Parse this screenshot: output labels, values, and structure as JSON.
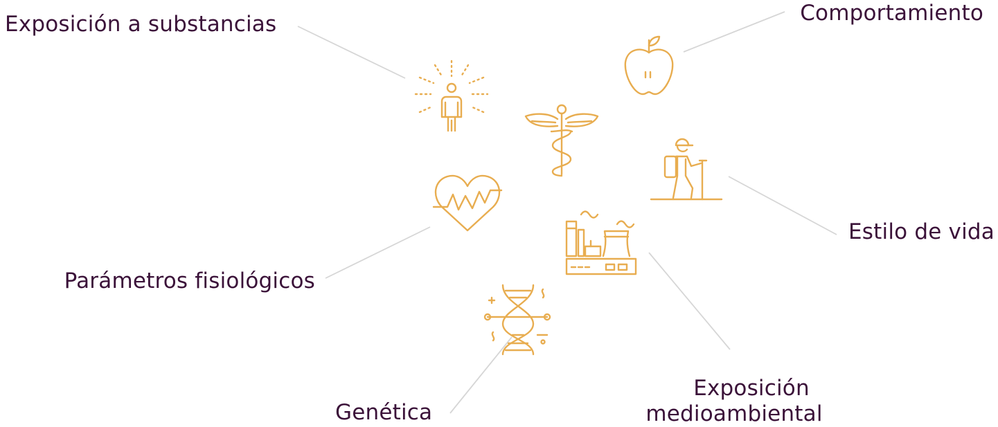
{
  "colors": {
    "icon": "#e8ad50",
    "label": "#3b1239",
    "connector": "#d6d6d6",
    "background": "#ffffff"
  },
  "labels": {
    "substances": "Exposición a substancias",
    "behavior": "Comportamiento",
    "lifestyle": "Estilo de vida",
    "physiology": "Parámetros fisiológicos",
    "environment_line1": "Exposición",
    "environment_line2": "medioambiental",
    "genetics": "Genética"
  },
  "icons": {
    "substances": "person-radiating-icon",
    "behavior": "apple-icon",
    "medicine": "caduceus-icon",
    "lifestyle": "hiker-icon",
    "physiology": "heartbeat-icon",
    "environment": "factory-icon",
    "genetics": "dna-icon"
  }
}
